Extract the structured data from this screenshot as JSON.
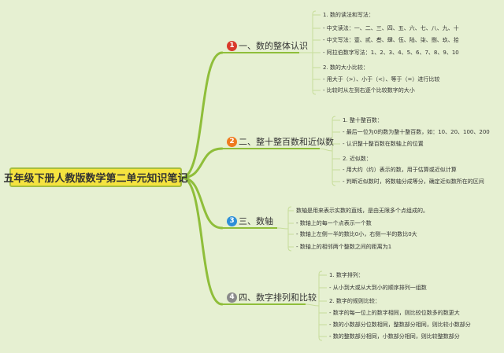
{
  "central": "五年级下册人教版数学第二单元知识笔记",
  "topics": [
    {
      "num": "1",
      "color": "#d93a2b",
      "title": "一、数的整体认识",
      "items": [
        "1. 数的读法和写法：",
        "- 中文读法：一、二、三、四、五、六、七、八、九、十",
        "- 中文写法：壹、贰、叁、肆、伍、陆、柒、捌、玖、拾",
        "- 阿拉伯数字写法：1、2、3、4、5、6、7、8、9、10",
        "2. 数的大小比较：",
        "- 用大于（>）、小于（<）、等于（=）进行比较",
        "- 比较时从左到右逐个比较数字的大小"
      ]
    },
    {
      "num": "2",
      "color": "#ef7a1f",
      "title": "二、整十整百数和近似数",
      "items": [
        "1. 整十整百数：",
        "- 最后一位为0的数为整十整百数，如：10、20、100、200",
        "- 认识整十整百数在数轴上的位置",
        "2. 近似数：",
        "- 用大约（约）表示的数，用于估算或近似计算",
        "- 判断近似数时，将数轴分成等分，确定近似数所在的区间"
      ]
    },
    {
      "num": "3",
      "color": "#2d8fd8",
      "title": "三、数轴",
      "items": [
        "数轴是用来表示实数的直线，是由无限多个点组成的。",
        "- 数轴上的每一个点表示一个数",
        "- 数轴上左侧一半的数比0小，右侧一半的数比0大",
        "- 数轴上的相邻两个整数之间的距离为1"
      ]
    },
    {
      "num": "4",
      "color": "#8a8a8a",
      "title": "四、数字排列和比较",
      "items": [
        "1. 数字排列：",
        "- 从小到大或从大到小的顺序排列一组数",
        "2. 数字的规则比较：",
        "- 数字的每一位上的数字相同，则比较位数多的数更大",
        "- 数的小数部分位数相同，整数部分相同，则比较小数部分",
        "- 数的整数部分相同，小数部分相同，则比较整数部分"
      ]
    }
  ],
  "colors": {
    "background": "#e6f0d2",
    "branch": "#8fbe3a",
    "leaf_line": "#c7dd9a"
  }
}
